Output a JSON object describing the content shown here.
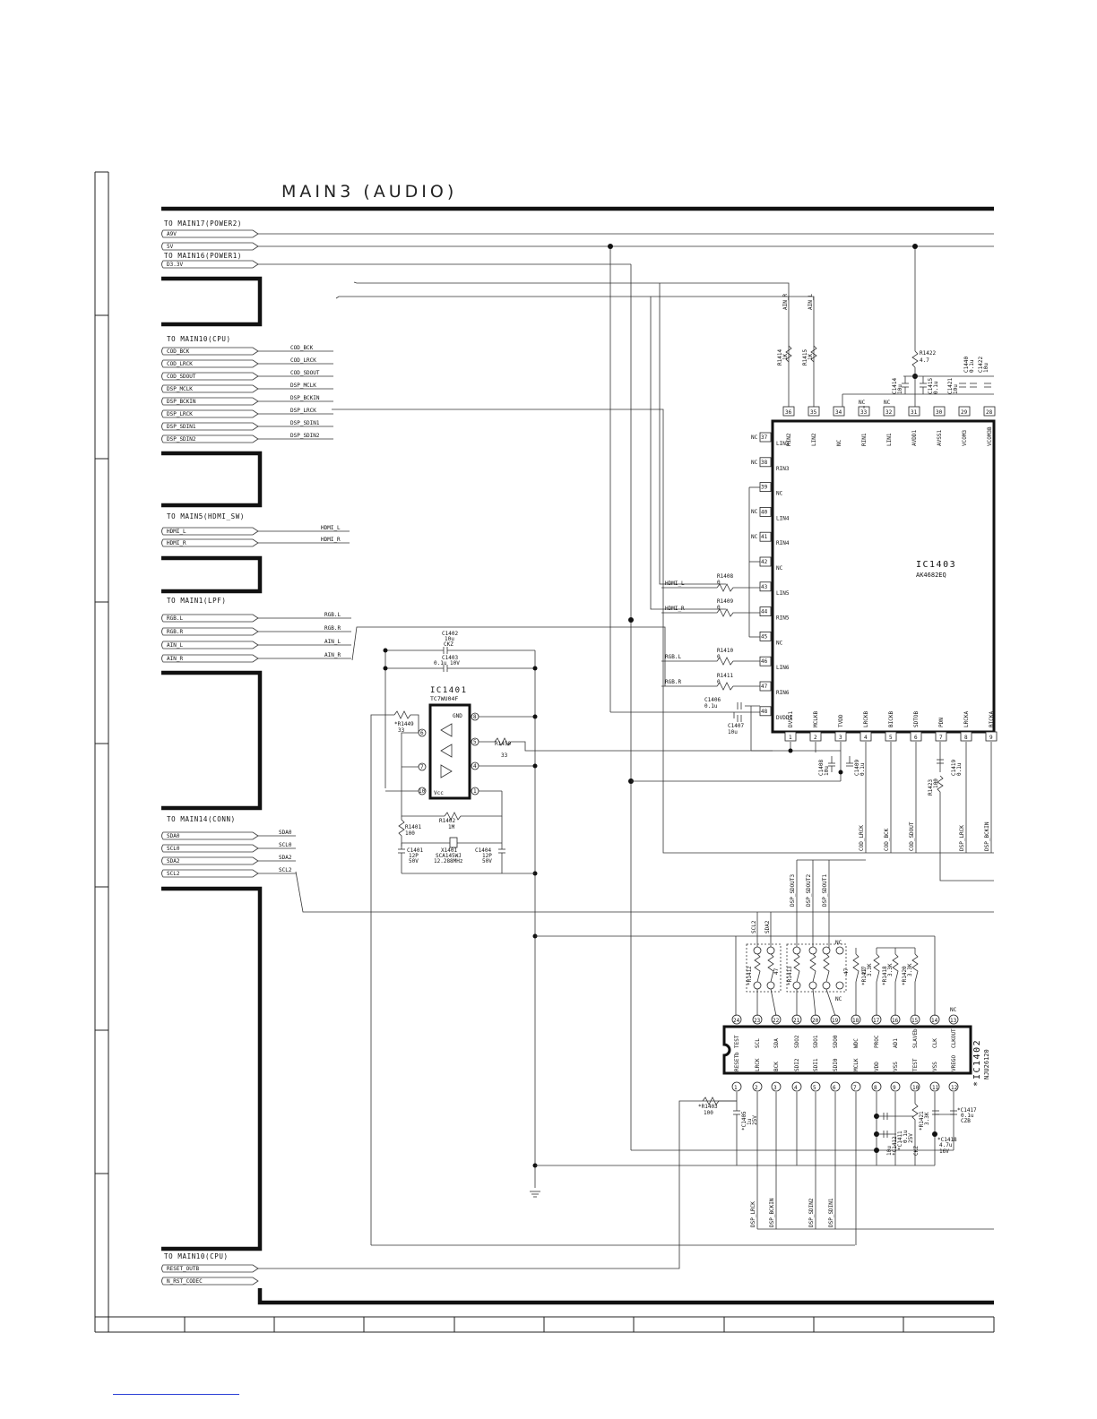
{
  "title": "MAIN3 (AUDIO)",
  "sections": {
    "power2": {
      "title": "TO MAIN17(POWER2)",
      "signals": [
        "A9V",
        "5V"
      ]
    },
    "power1": {
      "title": "TO MAIN16(POWER1)",
      "signals": [
        "D3.3V"
      ]
    },
    "cpu_a": {
      "title": "TO MAIN10(CPU)",
      "signals": [
        "COD_BCK",
        "COD_LRCK",
        "COD_SDOUT",
        "DSP_MCLK",
        "DSP_BCKIN",
        "DSP_LRCK",
        "DSP_SDIN1",
        "DSP_SDIN2"
      ],
      "net_labels": [
        "COD_BCK",
        "COD_LRCK",
        "COD_SDOUT",
        "DSP_MCLK",
        "DSP_BCKIN",
        "DSP_LRCK",
        "DSP_SDIN1",
        "DSP_SDIN2"
      ]
    },
    "hdmi": {
      "title": "TO MAIN5(HDMI_SW)",
      "signals": [
        "HDMI_L",
        "HDMI_R"
      ],
      "net_labels": [
        "HDMI_L",
        "HDMI_R"
      ]
    },
    "lpf": {
      "title": "TO MAIN1(LPF)",
      "signals": [
        "RGB.L",
        "RGB.R",
        "AIN_L",
        "AIN_R"
      ],
      "net_labels": [
        "RGB.L",
        "RGB.R",
        "AIN_L",
        "AIN_R"
      ]
    },
    "conn": {
      "title": "TO MAIN14(CONN)",
      "signals": [
        "SDA0",
        "SCL0",
        "SDA2",
        "SCL2"
      ],
      "net_labels": [
        "SDA0",
        "SCL0",
        "SDA2",
        "SCL2"
      ]
    },
    "cpu_b": {
      "title": "TO MAIN10(CPU)",
      "signals": [
        "RESET_OUTB",
        "N_RST_CODEC"
      ]
    }
  },
  "ic1403": {
    "ref": "IC1403",
    "part": "AK4682EQ",
    "top_pins": [
      {
        "n": "36",
        "name": "RIN2"
      },
      {
        "n": "35",
        "name": "LIN2"
      },
      {
        "n": "34",
        "name": "NC"
      },
      {
        "n": "33",
        "name": "RIN1"
      },
      {
        "n": "32",
        "name": "LIN1"
      },
      {
        "n": "31",
        "name": "AVDD1"
      },
      {
        "n": "30",
        "name": "AVSS1"
      },
      {
        "n": "29",
        "name": "VCOM3"
      },
      {
        "n": "28",
        "name": "VCOM3B"
      }
    ],
    "left_pins": [
      {
        "n": "37",
        "name": "LIN3"
      },
      {
        "n": "38",
        "name": "RIN3"
      },
      {
        "n": "39",
        "name": "NC"
      },
      {
        "n": "40",
        "name": "LIN4"
      },
      {
        "n": "41",
        "name": "RIN4"
      },
      {
        "n": "42",
        "name": "NC"
      },
      {
        "n": "43",
        "name": "LIN5"
      },
      {
        "n": "44",
        "name": "RIN5"
      },
      {
        "n": "45",
        "name": "NC"
      },
      {
        "n": "46",
        "name": "LIN6"
      },
      {
        "n": "47",
        "name": "RIN6"
      },
      {
        "n": "48",
        "name": "DVDD1"
      }
    ],
    "bottom_pins": [
      {
        "n": "1",
        "name": "DVSS1"
      },
      {
        "n": "2",
        "name": "MCLKB"
      },
      {
        "n": "3",
        "name": "TVDD"
      },
      {
        "n": "4",
        "name": "LRCKB"
      },
      {
        "n": "5",
        "name": "BICKB"
      },
      {
        "n": "6",
        "name": "SDTOB"
      },
      {
        "n": "7",
        "name": "PDN"
      },
      {
        "n": "8",
        "name": "LRCKA"
      },
      {
        "n": "9",
        "name": "BICKA"
      }
    ],
    "left_nc": [
      "NC",
      "NC",
      "NC",
      "NC"
    ],
    "top_nc": [
      "NC",
      "NC"
    ],
    "bottom_net_labels": [
      "COD_LRCK",
      "COD_BCK",
      "COD_SDOUT",
      "DSP_LRCK",
      "DSP_BCKIN"
    ],
    "top_net_labels": [
      "AIN_R",
      "AIN_L"
    ],
    "left_net_labels": [
      "HDMI_L",
      "HDMI_R",
      "RGB.L",
      "RGB.R"
    ]
  },
  "ic1401": {
    "ref": "IC1401",
    "part": "TC7WU04F",
    "pins": [
      "8",
      "6",
      "7",
      "10",
      "5",
      "4",
      "1"
    ],
    "gnd_label": "GND",
    "vcc_label": "Vcc"
  },
  "ic1402": {
    "ref": "IC1402",
    "part": "NJU26120",
    "prefix": "*",
    "top_pins": [
      {
        "n": "24",
        "name": "TEST"
      },
      {
        "n": "23",
        "name": "SCL"
      },
      {
        "n": "22",
        "name": "SDA"
      },
      {
        "n": "21",
        "name": "SDO2"
      },
      {
        "n": "20",
        "name": "SDO1"
      },
      {
        "n": "19",
        "name": "SDO0"
      },
      {
        "n": "18",
        "name": "WDC"
      },
      {
        "n": "17",
        "name": "PROC"
      },
      {
        "n": "16",
        "name": "AD1"
      },
      {
        "n": "15",
        "name": "SLAVEb"
      },
      {
        "n": "14",
        "name": "CLK"
      },
      {
        "n": "13",
        "name": "CLKOUT"
      }
    ],
    "bottom_pins": [
      {
        "n": "1",
        "name": "RESETb"
      },
      {
        "n": "2",
        "name": "LRCK"
      },
      {
        "n": "3",
        "name": "BCK"
      },
      {
        "n": "4",
        "name": "SDI2"
      },
      {
        "n": "5",
        "name": "SDI1"
      },
      {
        "n": "6",
        "name": "SDI0"
      },
      {
        "n": "7",
        "name": "MCLK"
      },
      {
        "n": "8",
        "name": "VDD"
      },
      {
        "n": "9",
        "name": "VSS"
      },
      {
        "n": "10",
        "name": "TEST"
      },
      {
        "n": "11",
        "name": "VSS"
      },
      {
        "n": "12",
        "name": "VREGO"
      }
    ],
    "top_net_labels": [
      "SCL2",
      "SDA2",
      "DSP_SDOUT3",
      "DSP_SDOUT2",
      "DSP_SDOUT1"
    ],
    "bottom_net_labels": [
      "DSP_LRCK",
      "DSP_BCKIN",
      "DSP_SDIN2",
      "DSP_SDIN1"
    ],
    "nc_marks": [
      "NC",
      "NC",
      "NC"
    ]
  },
  "components": {
    "r1408": {
      "ref": "R1408",
      "val": "0"
    },
    "r1409": {
      "ref": "R1409",
      "val": "0"
    },
    "r1410": {
      "ref": "R1410",
      "val": "0"
    },
    "r1411": {
      "ref": "R1411",
      "val": "0"
    },
    "r1414": {
      "ref": "R1414",
      "val": "1K"
    },
    "r1415": {
      "ref": "R1415",
      "val": "1K"
    },
    "r1422": {
      "ref": "R1422",
      "val": "4.7"
    },
    "c1414": {
      "ref": "C1414",
      "val": "10u"
    },
    "c1415": {
      "ref": "C1415",
      "val": "0.1u"
    },
    "c1421": {
      "ref": "C1421",
      "val": "10u"
    },
    "c1440": {
      "ref": "C1440",
      "val": "0.1u"
    },
    "c1422": {
      "ref": "C1422",
      "val": "10u"
    },
    "c1406": {
      "ref": "C1406",
      "val": "0.1u"
    },
    "c1407": {
      "ref": "C1407",
      "val": "10u"
    },
    "c1402": {
      "ref": "C1402",
      "val": "10u",
      "type": "CKZ"
    },
    "c1403": {
      "ref": "C1403",
      "val": "0.1u 10V"
    },
    "r1449": {
      "ref": "*R1449",
      "val": "33"
    },
    "r1450": {
      "ref": "R1450",
      "val": "33"
    },
    "r1402": {
      "ref": "R1402",
      "val": "1M"
    },
    "r1401": {
      "ref": "R1401",
      "val": "100"
    },
    "c1401": {
      "ref": "C1401",
      "val": "12P",
      "volt": "50V"
    },
    "x1401": {
      "ref": "X1401",
      "part": "SCA145WJ",
      "freq": "12.288MHz"
    },
    "c1404": {
      "ref": "C1404",
      "val": "12P",
      "volt": "50V"
    },
    "c1408": {
      "ref": "C1408",
      "val": "10u"
    },
    "c1409": {
      "ref": "C1409",
      "val": "0.1u"
    },
    "c1419": {
      "ref": "C1419",
      "val": "0.1u"
    },
    "r1423": {
      "ref": "R1423",
      "val": "100"
    },
    "r1412": {
      "ref": "*R1412",
      "val": "47"
    },
    "r1413": {
      "ref": "*R1413",
      "val": "47"
    },
    "r1416": {
      "ref": "R1416",
      "val": "22"
    },
    "r1417": {
      "ref": "*R1417",
      "val": "3.3K"
    },
    "r1418": {
      "ref": "*R1418",
      "val": "3.3K"
    },
    "r1420": {
      "ref": "*R1420",
      "val": "3.3K"
    },
    "r1403": {
      "ref": "*R1403",
      "val": "100"
    },
    "c1405": {
      "ref": "*C1405",
      "val": "1u",
      "volt": "25V"
    },
    "c1411": {
      "ref": "*C1411",
      "val": "0.1u",
      "volt": "25V"
    },
    "c1412": {
      "ref": "*C1412",
      "val": "10u",
      "type": "CKZ"
    },
    "r1421": {
      "ref": "*R1421",
      "val": "3.3K"
    },
    "c1417": {
      "ref": "*C1417",
      "val": "0.1u",
      "type": "CZB"
    },
    "c1418": {
      "ref": "*C1418",
      "val": "4.7u",
      "volt": "16V"
    }
  }
}
